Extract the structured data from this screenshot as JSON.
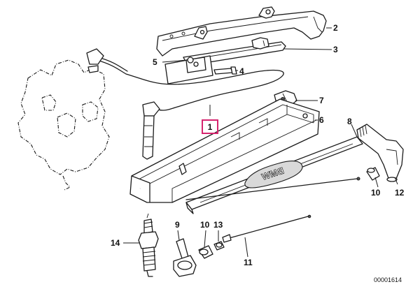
{
  "callouts": [
    {
      "id": "c1",
      "label": "1"
    },
    {
      "id": "c2",
      "label": "2"
    },
    {
      "id": "c3",
      "label": "3"
    },
    {
      "id": "c4",
      "label": "4"
    },
    {
      "id": "c5",
      "label": "5"
    },
    {
      "id": "c6",
      "label": "6"
    },
    {
      "id": "c7",
      "label": "7"
    },
    {
      "id": "c8",
      "label": "8"
    },
    {
      "id": "c9",
      "label": "9"
    },
    {
      "id": "c10a",
      "label": "10"
    },
    {
      "id": "c10b",
      "label": "10"
    },
    {
      "id": "c11",
      "label": "11"
    },
    {
      "id": "c12",
      "label": "12"
    },
    {
      "id": "c13",
      "label": "13"
    },
    {
      "id": "c14",
      "label": "14"
    }
  ],
  "highlighted_callout": "1",
  "cover_lettering": "BMW",
  "document_number": "00001614",
  "colors": {
    "line": "#1a1a1a",
    "highlight": "#d6246e",
    "background": "#ffffff"
  }
}
